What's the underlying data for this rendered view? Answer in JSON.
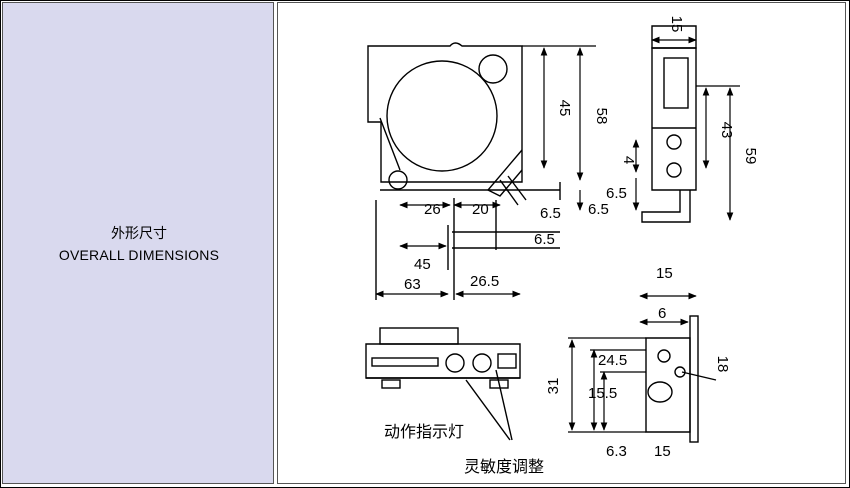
{
  "section": {
    "title_cn": "外形尺寸",
    "title_en": "OVERALL DIMENSIONS"
  },
  "dims": {
    "d15_top": "15",
    "d58": "58",
    "d45_v": "45",
    "d43": "43",
    "d59": "59",
    "d4": "4",
    "d6_5_right": "6.5",
    "d26": "26",
    "d20": "20",
    "d6_5_a": "6.5",
    "d6_5_b": "6.5",
    "d6_5_c": "6.5",
    "d45_h": "45",
    "d63": "63",
    "d26_5": "26.5",
    "d15_br": "15",
    "d6": "6",
    "d18": "18",
    "d24_5": "24.5",
    "d31": "31",
    "d15_5": "15.5",
    "d6_3": "6.3",
    "d15_bottom": "15"
  },
  "labels": {
    "indicator_lamp": "动作指示灯",
    "sensitivity_adjust": "灵敏度调整"
  }
}
